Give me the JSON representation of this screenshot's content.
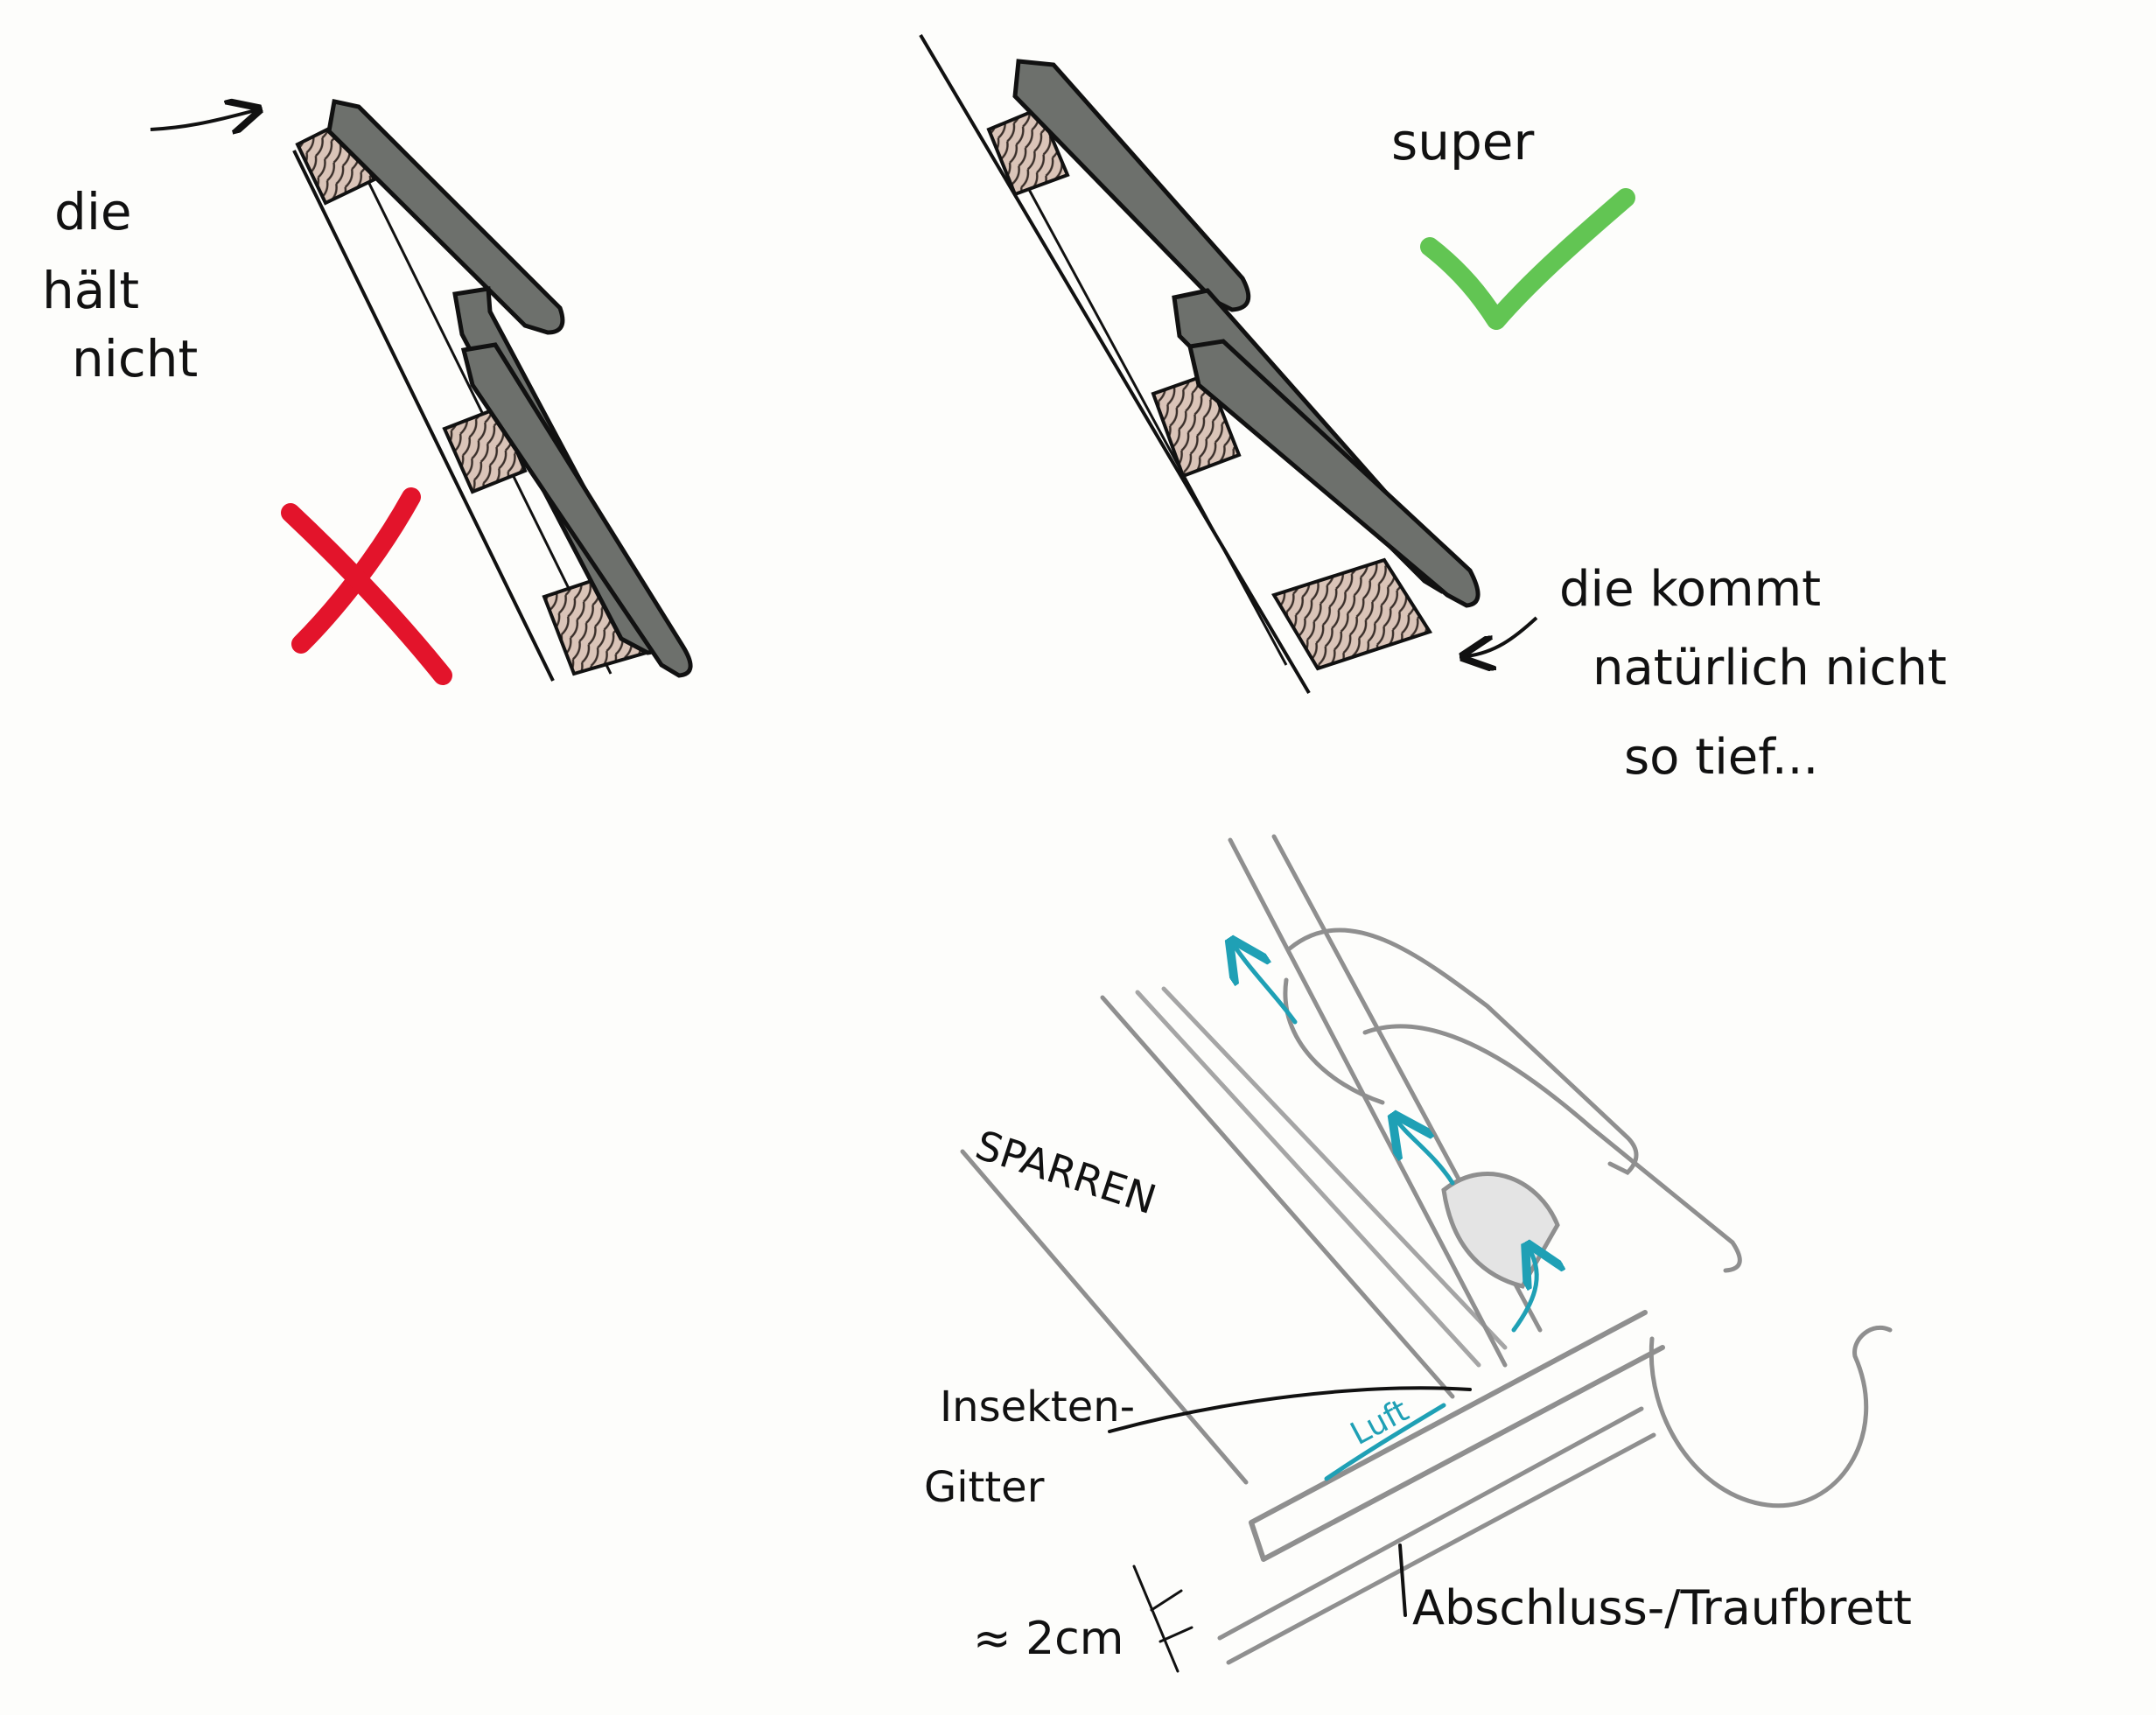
{
  "annotations": {
    "wrong_note_line1": "die",
    "wrong_note_line2": "hält",
    "wrong_note_line3": "nicht",
    "good_note": "super",
    "eave_note_line1": "die kommt",
    "eave_note_line2": "natürlich nicht",
    "eave_note_line3": "so tief...",
    "rafter_label": "SPARREN",
    "screen_label_line1": "Insekten-",
    "screen_label_line2": "Gitter",
    "air_label": "Luft",
    "gap_label": "≈ 2cm",
    "board_label": "Abschluss-/Traufbrett"
  },
  "marks": {
    "wrong_mark": "x-mark-icon",
    "right_mark": "check-mark-icon"
  },
  "colors": {
    "ink": "#1a1a1a",
    "slate": "#6d706c",
    "wood": "#d9c3b6",
    "cross": "#e3142b",
    "check": "#62c553",
    "air": "#1fa0b5",
    "pencil": "#8f8f8f"
  }
}
